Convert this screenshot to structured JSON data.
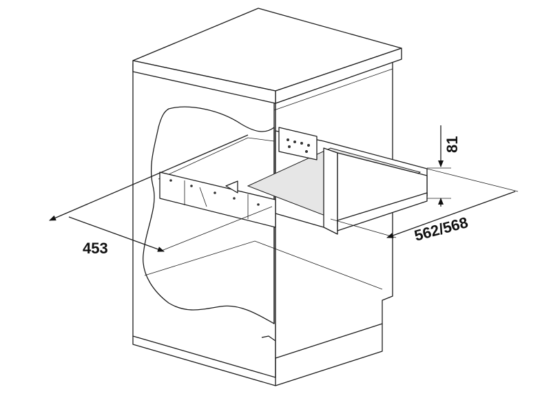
{
  "diagram": {
    "dimensions": {
      "depth_label": "453",
      "width_label": "562/568",
      "height_label": "81"
    }
  }
}
